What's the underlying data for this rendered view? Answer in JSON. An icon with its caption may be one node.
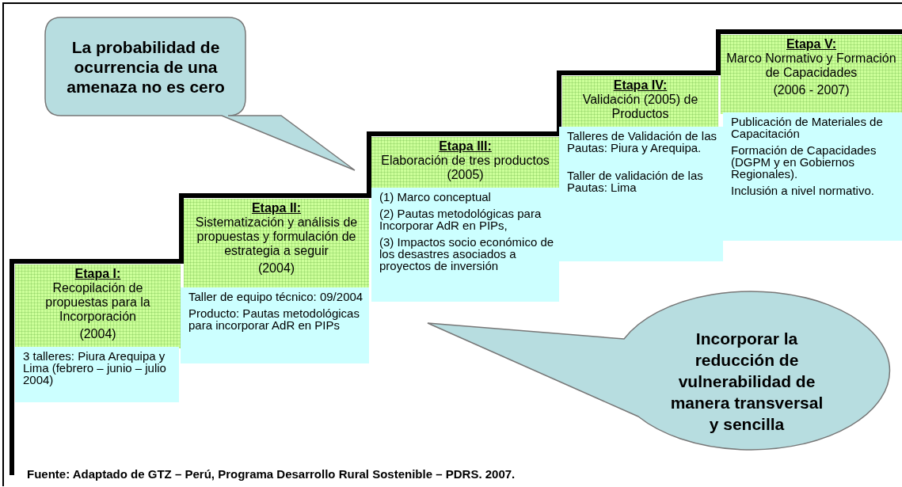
{
  "diagram": {
    "caption": "Fuente: Adaptado de GTZ – Perú, Programa Desarrollo Rural Sostenible – PDRS. 2007.",
    "nodes": [
      {
        "text": [
          "La probabilidad de ocurrencia de una amenaza no es cero"
        ]
      },
      {
        "text": [
          "Etapa I:",
          "Recopilación de propuestas para la Incorporación",
          "(2004)"
        ]
      },
      {
        "text": [
          "3 talleres: Piura Arequipa y  Lima (febrero – junio – julio 2004)"
        ]
      },
      {
        "text": [
          "Etapa II:",
          "Sistematización y análisis de propuestas y formulación de estrategia a seguir",
          "(2004)"
        ]
      },
      {
        "text": [
          "Taller de equipo técnico: 09/2004",
          "Producto: Pautas metodológicas para incorporar AdR en PIPs"
        ]
      },
      {
        "text": [
          "Etapa III:",
          "Elaboración de tres productos (2005)"
        ]
      },
      {
        "text": [
          "(1) Marco conceptual",
          "(2) Pautas metodológicas para Incorporar AdR en PIPs,",
          "(3) Impactos socio económico de los desastres asociados a proyectos de inversión"
        ]
      },
      {
        "text": [
          "Etapa IV:",
          "Validación (2005) de Productos"
        ]
      },
      {
        "text": [
          "Talleres de Validación de las Pautas: Piura y Arequipa.",
          "Taller de validación de las Pautas: Lima"
        ]
      },
      {
        "text": [
          "Etapa V:",
          "Marco Normativo y Formación de Capacidades",
          "(2006 - 2007)"
        ]
      },
      {
        "text": [
          "Publicación de Materiales de Capacitación",
          "Formación de Capacidades (DGPM y en Gobiernos Regionales).",
          "Inclusión a nivel normativo."
        ]
      },
      {
        "text": [
          "Incorporar la reducción de vulnerabilidad de manera transversal y sencilla"
        ]
      }
    ]
  }
}
